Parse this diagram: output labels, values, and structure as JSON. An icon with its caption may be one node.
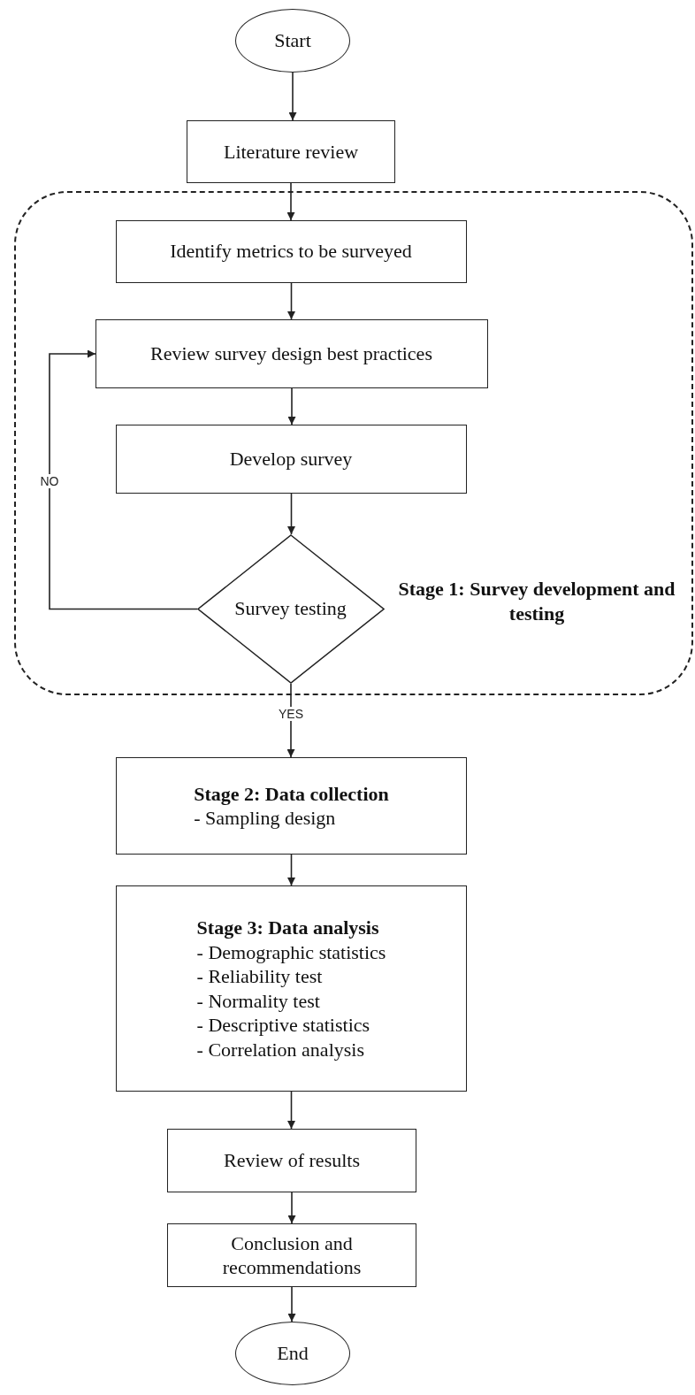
{
  "diagram": {
    "nodes": [
      {
        "text": [
          "Start"
        ]
      },
      {
        "text": [
          "Literature review"
        ]
      },
      {
        "text": [
          "Stage 1: Survey development and testing"
        ]
      },
      {
        "text": [
          "Identify metrics to be surveyed"
        ],
        "in": 2
      },
      {
        "text": [
          "Review survey design best practices"
        ],
        "in": 2
      },
      {
        "text": [
          "Develop survey"
        ],
        "in": 2
      },
      {
        "text": [
          "Survey testing"
        ],
        "in": 2
      },
      {
        "text": [
          "Stage 2: Data collection",
          "- Sampling design"
        ]
      },
      {
        "text": [
          "Stage 3: Data analysis",
          "- Demographic statistics",
          "- Reliability test",
          "- Normality test",
          "- Descriptive statistics",
          "- Correlation analysis"
        ]
      },
      {
        "text": [
          "Review of results"
        ]
      },
      {
        "text": [
          "Conclusion and recommendations"
        ]
      },
      {
        "text": [
          "End"
        ]
      }
    ],
    "edges": [
      {
        "from": 0,
        "to": 1,
        "arrow": "to"
      },
      {
        "from": 1,
        "to": 3,
        "arrow": "to"
      },
      {
        "from": 3,
        "to": 4,
        "arrow": "to"
      },
      {
        "from": 4,
        "to": 5,
        "arrow": "to"
      },
      {
        "from": 5,
        "to": 6,
        "arrow": "to"
      },
      {
        "from": 6,
        "to": 4,
        "arrow": "to",
        "label": "NO"
      },
      {
        "from": 6,
        "to": 7,
        "arrow": "to",
        "label": "YES"
      },
      {
        "from": 7,
        "to": 8,
        "arrow": "to"
      },
      {
        "from": 8,
        "to": 9,
        "arrow": "to"
      },
      {
        "from": 9,
        "to": 10,
        "arrow": "to"
      },
      {
        "from": 10,
        "to": 11,
        "arrow": "to"
      }
    ]
  }
}
